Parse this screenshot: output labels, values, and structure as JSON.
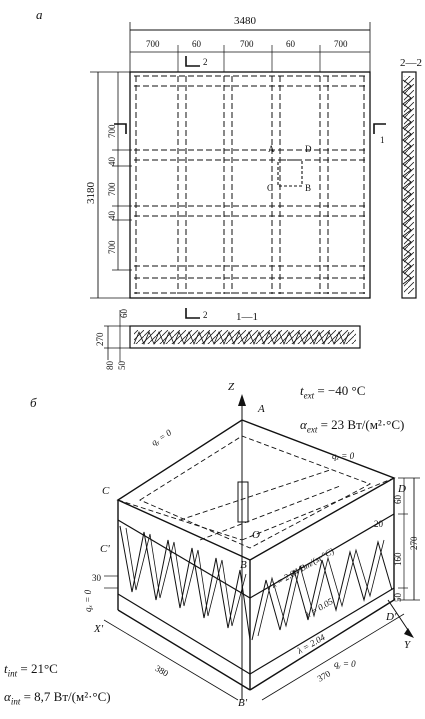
{
  "part_a": {
    "label": "а",
    "dim_width": "3480",
    "dim_segments": [
      "700",
      "60",
      "700",
      "60",
      "700"
    ],
    "dim_height": "3180",
    "dim_left_segments": [
      "700",
      "40",
      "700",
      "40",
      "700"
    ],
    "section_2_marker": "2",
    "section_1_marker": "1",
    "section_2_title": "2—2",
    "section_1_title": "1—1",
    "point_labels": [
      "A",
      "D",
      "C",
      "B"
    ],
    "bottom_dims": [
      "270",
      "80",
      "50",
      "60"
    ]
  },
  "part_b": {
    "label": "б",
    "axis_z": "Z",
    "axis_y": "Y",
    "axis_x": "X'",
    "point_A": "A",
    "point_C": "C",
    "point_D": "D",
    "point_O": "O",
    "point_B": "B",
    "point_C2": "C'",
    "point_D2": "D'",
    "point_B2": "B'",
    "t_ext": "t",
    "t_ext_sub": "ext",
    "t_ext_value": " = −40 °C",
    "alpha_ext": "α",
    "alpha_ext_sub": "ext",
    "alpha_ext_value": " = 23 Вт/(м²·°С)",
    "t_int": "t",
    "t_int_sub": "int",
    "t_int_value": " = 21°C",
    "alpha_int": "α",
    "alpha_int_sub": "int",
    "alpha_int_value": " = 8,7 Вт/(м²·°С)",
    "qy_top_left": "qᵧ = 0",
    "qx_top_right": "qₓ = 0",
    "qx_left": "qₓ = 0",
    "qy_bottom": "qᵧ = 0",
    "lambda_top": "λ = 2.04 Вт/(м·°С)",
    "lambda_mid": "λ = 0.05",
    "lambda_bottom": "λ = 2.04",
    "dim_380": "380",
    "dim_370": "370",
    "dim_30": "30",
    "dim_20": "20",
    "dim_60": "60",
    "dim_160": "160",
    "dim_50": "50",
    "dim_270": "270"
  }
}
